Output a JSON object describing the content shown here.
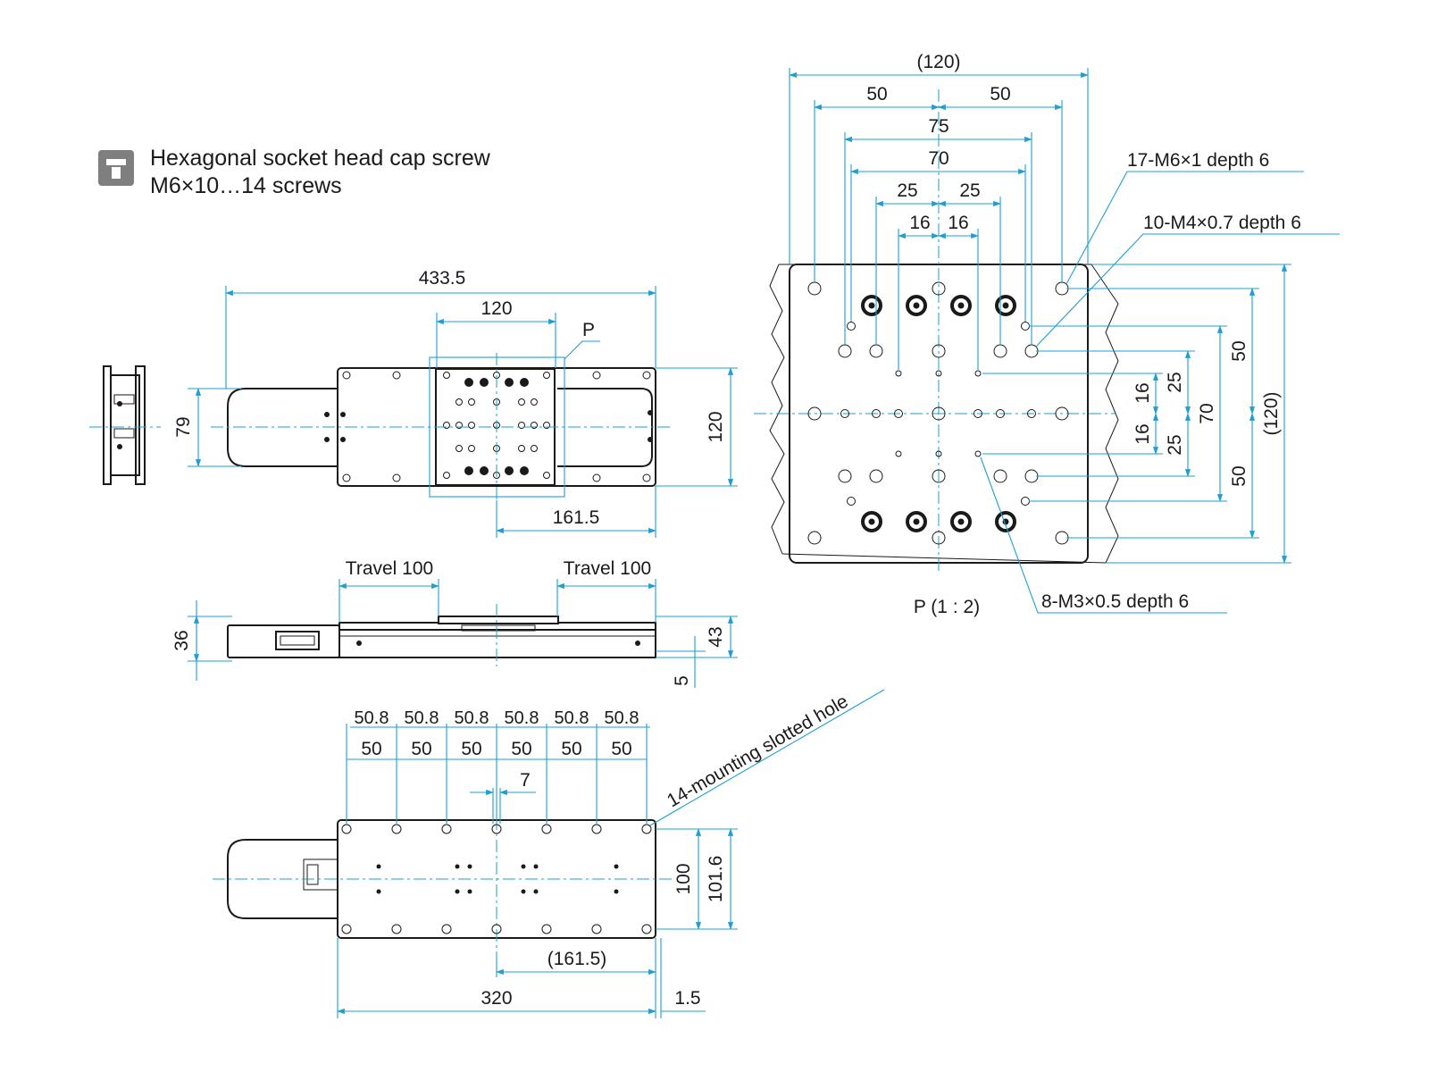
{
  "legend": {
    "icon": "hex-socket-screw-icon",
    "line1": "Hexagonal socket head cap screw",
    "line2": "M6×10…14 screws"
  },
  "top_view": {
    "total_length": "433.5",
    "table_width": "120",
    "detail_ref": "P",
    "height": "79",
    "table_depth": "120",
    "center_offset": "161.5"
  },
  "side_view": {
    "travel_left": "Travel 100",
    "travel_right": "Travel 100",
    "height": "36",
    "table_height": "43",
    "base_step": "5"
  },
  "bottom_view": {
    "pitch_outer": [
      "50.8",
      "50.8",
      "50.8",
      "50.8",
      "50.8",
      "50.8"
    ],
    "pitch_inner": [
      "50",
      "50",
      "50",
      "50",
      "50",
      "50"
    ],
    "slot_width": "7",
    "slot_callout": "14-mounting slotted hole",
    "width_inner": "100",
    "width_outer": "101.6",
    "center_offset": "(161.5)",
    "base_length": "320",
    "base_step": "1.5"
  },
  "detail_p": {
    "caption": "P (1 : 2)",
    "width_total": "(120)",
    "half_50_left": "50",
    "half_50_right": "50",
    "span_75": "75",
    "span_70": "70",
    "half_25_left": "25",
    "half_25_right": "25",
    "half_16_left": "16",
    "half_16_right": "16",
    "callout_m6": "17-M6×1 depth 6",
    "callout_m4": "10-M4×0.7 depth 6",
    "callout_m3": "8-M3×0.5 depth 6",
    "v_16_top": "16",
    "v_16_bottom": "16",
    "v_25_top": "25",
    "v_25_bottom": "25",
    "v_70": "70",
    "v_50_top": "50",
    "v_50_bottom": "50",
    "v_total": "(120)"
  }
}
